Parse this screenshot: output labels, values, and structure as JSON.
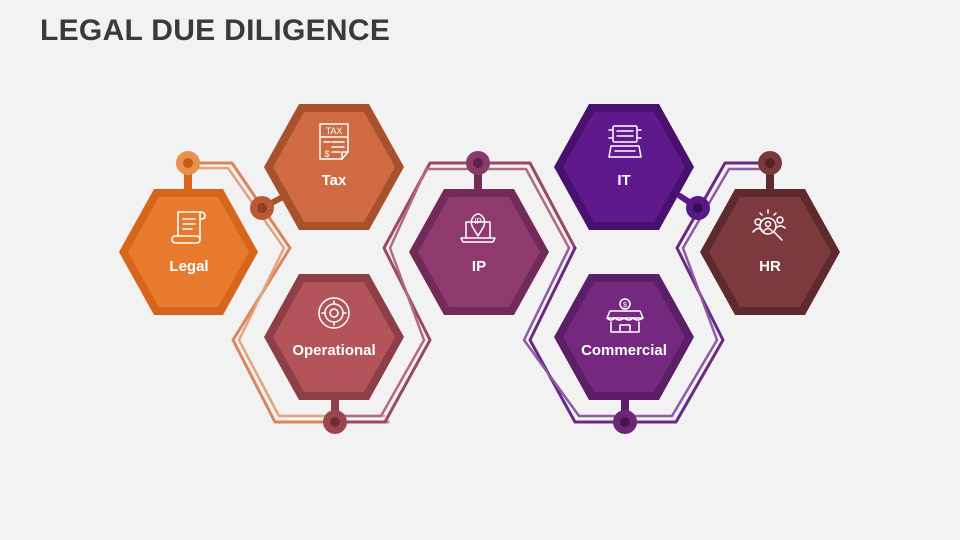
{
  "slide": {
    "title": "LEGAL DUE DILIGENCE"
  },
  "nodes": [
    {
      "id": "legal",
      "label": "Legal",
      "icon": "scroll-icon",
      "color": "#e87a2d",
      "border": "#d8651c"
    },
    {
      "id": "tax",
      "label": "Tax",
      "icon": "tax-document-icon",
      "color": "#cf6a42",
      "border": "#a9502c"
    },
    {
      "id": "operational",
      "label": "Operational",
      "icon": "gear-cycle-icon",
      "color": "#b2545a",
      "border": "#8d3e46"
    },
    {
      "id": "ip",
      "label": "IP",
      "icon": "ip-laptop-icon",
      "color": "#8e3a6e",
      "border": "#722b58"
    },
    {
      "id": "commercial",
      "label": "Commercial",
      "icon": "storefront-icon",
      "color": "#74297f",
      "border": "#5a1f66"
    },
    {
      "id": "it",
      "label": "IT",
      "icon": "computer-icon",
      "color": "#5e1a8c",
      "border": "#48106f"
    },
    {
      "id": "hr",
      "label": "HR",
      "icon": "talent-search-icon",
      "color": "#7d3a3e",
      "border": "#5f2a2e"
    }
  ]
}
